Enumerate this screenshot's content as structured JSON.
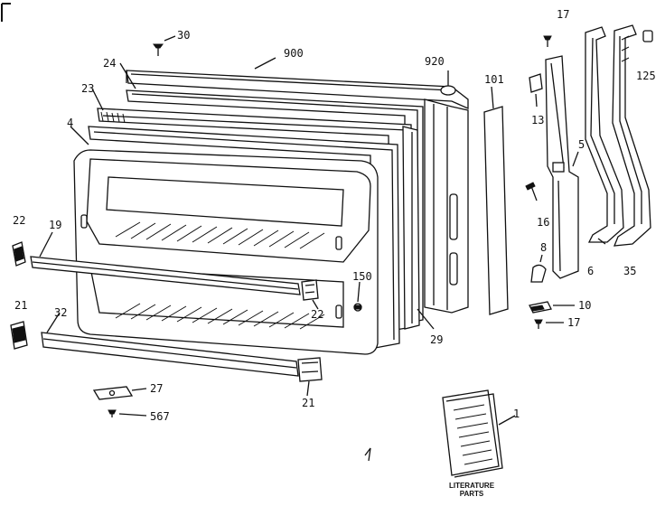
{
  "labels": {
    "p30": "30",
    "p900": "900",
    "p920": "920",
    "p24": "24",
    "p23": "23",
    "p4": "4",
    "p101": "101",
    "p17a": "17",
    "p13": "13",
    "p125": "125",
    "p5": "5",
    "p16": "16",
    "p8": "8",
    "p6": "6",
    "p35": "35",
    "p10": "10",
    "p17b": "17",
    "p22a": "22",
    "p19": "19",
    "p150": "150",
    "p22b": "22",
    "p21a": "21",
    "p32": "32",
    "p29": "29",
    "p21b": "21",
    "p27": "27",
    "p567": "567",
    "p1": "1",
    "literature_line1": "LITERATURE",
    "literature_line2": "PARTS"
  }
}
